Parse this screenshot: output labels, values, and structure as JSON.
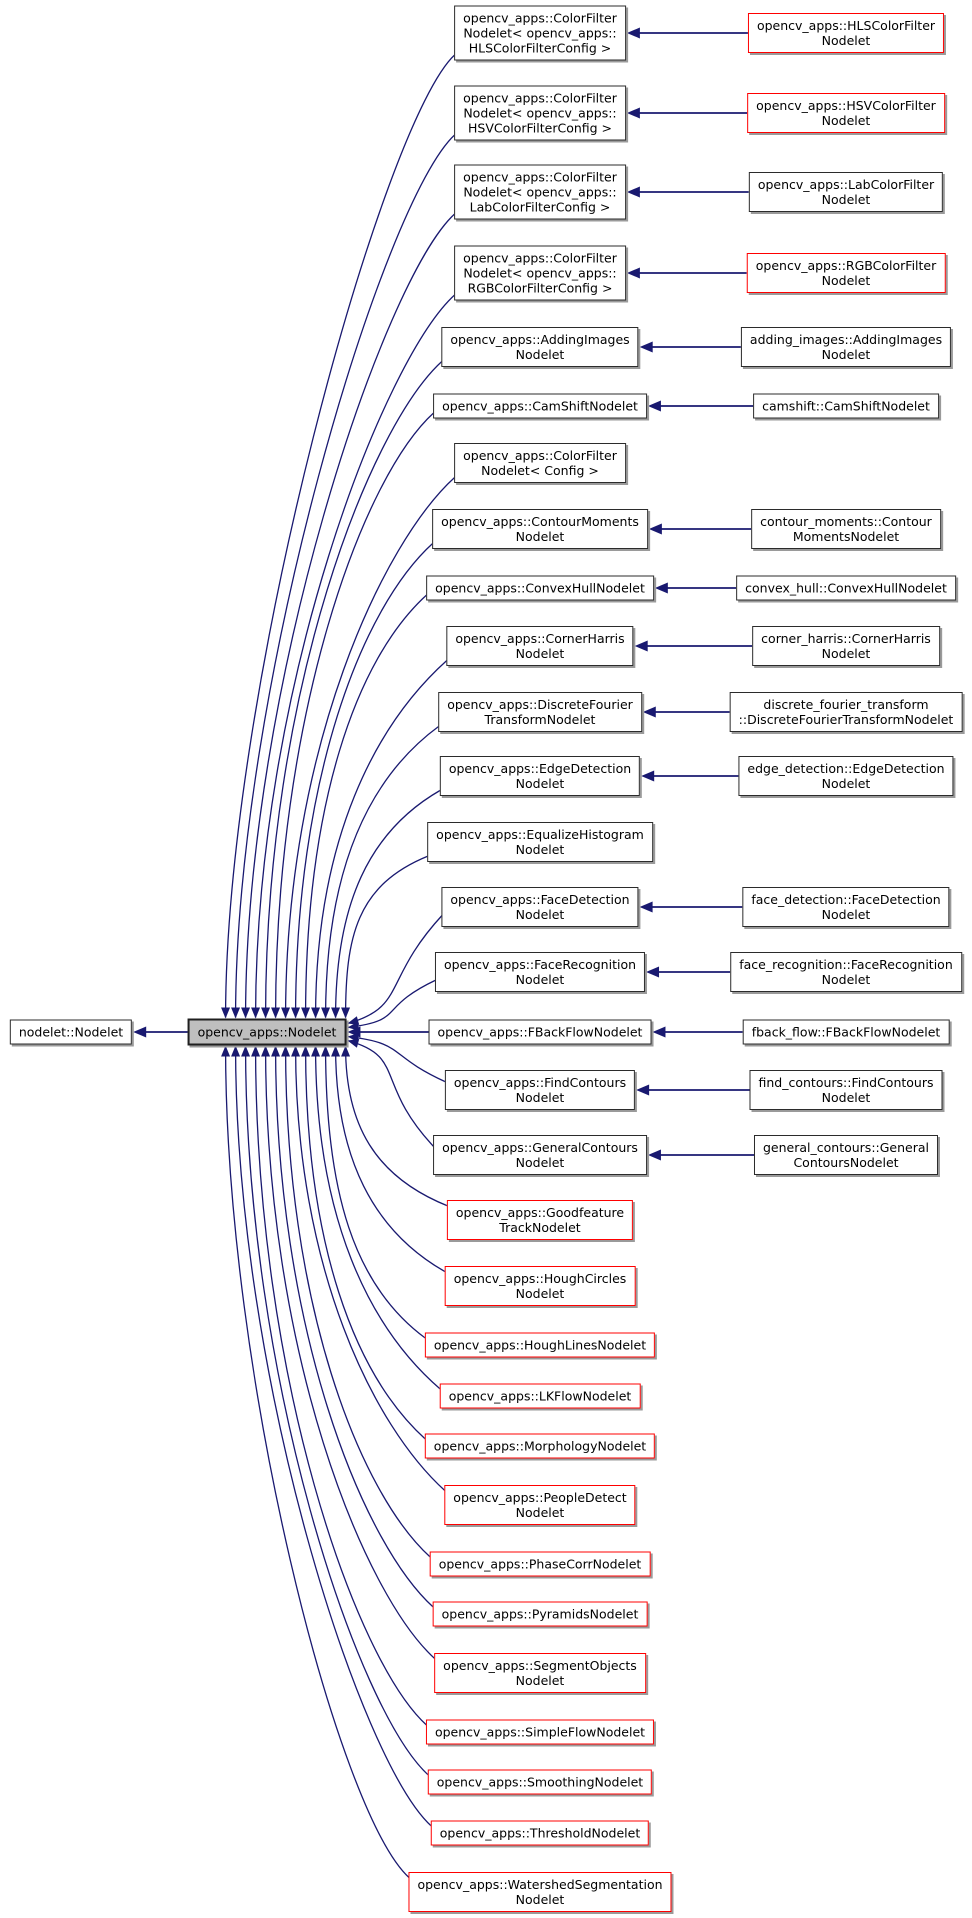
{
  "diagram": {
    "base_label": "nodelet::Nodelet",
    "center_label": "opencv_apps::Nodelet",
    "arrow_color": "#191970",
    "highlight_fill": "#bfbfbf",
    "red_border_color": "#ff0000",
    "black_border_color": "#2b2b2b",
    "rows": [
      {
        "mid": {
          "label": "opencv_apps::ColorFilter\nNodelet< opencv_apps::\nHLSColorFilterConfig >",
          "border": "black"
        },
        "child": {
          "label": "opencv_apps::HLSColorFilter\nNodelet",
          "border": "red"
        }
      },
      {
        "mid": {
          "label": "opencv_apps::ColorFilter\nNodelet< opencv_apps::\nHSVColorFilterConfig >",
          "border": "black"
        },
        "child": {
          "label": "opencv_apps::HSVColorFilter\nNodelet",
          "border": "red"
        }
      },
      {
        "mid": {
          "label": "opencv_apps::ColorFilter\nNodelet< opencv_apps::\nLabColorFilterConfig >",
          "border": "black"
        },
        "child": {
          "label": "opencv_apps::LabColorFilter\nNodelet",
          "border": "black"
        }
      },
      {
        "mid": {
          "label": "opencv_apps::ColorFilter\nNodelet< opencv_apps::\nRGBColorFilterConfig >",
          "border": "black"
        },
        "child": {
          "label": "opencv_apps::RGBColorFilter\nNodelet",
          "border": "red"
        }
      },
      {
        "mid": {
          "label": "opencv_apps::AddingImages\nNodelet",
          "border": "black"
        },
        "child": {
          "label": "adding_images::AddingImages\nNodelet",
          "border": "black"
        }
      },
      {
        "mid": {
          "label": "opencv_apps::CamShiftNodelet",
          "border": "black"
        },
        "child": {
          "label": "camshift::CamShiftNodelet",
          "border": "black"
        }
      },
      {
        "mid": {
          "label": "opencv_apps::ColorFilter\nNodelet< Config >",
          "border": "black"
        },
        "child": null
      },
      {
        "mid": {
          "label": "opencv_apps::ContourMoments\nNodelet",
          "border": "black"
        },
        "child": {
          "label": "contour_moments::Contour\nMomentsNodelet",
          "border": "black"
        }
      },
      {
        "mid": {
          "label": "opencv_apps::ConvexHullNodelet",
          "border": "black"
        },
        "child": {
          "label": "convex_hull::ConvexHullNodelet",
          "border": "black"
        }
      },
      {
        "mid": {
          "label": "opencv_apps::CornerHarris\nNodelet",
          "border": "black"
        },
        "child": {
          "label": "corner_harris::CornerHarris\nNodelet",
          "border": "black"
        }
      },
      {
        "mid": {
          "label": "opencv_apps::DiscreteFourier\nTransformNodelet",
          "border": "black"
        },
        "child": {
          "label": "discrete_fourier_transform\n::DiscreteFourierTransformNodelet",
          "border": "black"
        }
      },
      {
        "mid": {
          "label": "opencv_apps::EdgeDetection\nNodelet",
          "border": "black"
        },
        "child": {
          "label": "edge_detection::EdgeDetection\nNodelet",
          "border": "black"
        }
      },
      {
        "mid": {
          "label": "opencv_apps::EqualizeHistogram\nNodelet",
          "border": "black"
        },
        "child": null
      },
      {
        "mid": {
          "label": "opencv_apps::FaceDetection\nNodelet",
          "border": "black"
        },
        "child": {
          "label": "face_detection::FaceDetection\nNodelet",
          "border": "black"
        }
      },
      {
        "mid": {
          "label": "opencv_apps::FaceRecognition\nNodelet",
          "border": "black"
        },
        "child": {
          "label": "face_recognition::FaceRecognition\nNodelet",
          "border": "black"
        }
      },
      {
        "mid": {
          "label": "opencv_apps::FBackFlowNodelet",
          "border": "black"
        },
        "child": {
          "label": "fback_flow::FBackFlowNodelet",
          "border": "black"
        }
      },
      {
        "mid": {
          "label": "opencv_apps::FindContours\nNodelet",
          "border": "black"
        },
        "child": {
          "label": "find_contours::FindContours\nNodelet",
          "border": "black"
        }
      },
      {
        "mid": {
          "label": "opencv_apps::GeneralContours\nNodelet",
          "border": "black"
        },
        "child": {
          "label": "general_contours::General\nContoursNodelet",
          "border": "black"
        }
      },
      {
        "mid": {
          "label": "opencv_apps::Goodfeature\nTrackNodelet",
          "border": "red"
        },
        "child": null
      },
      {
        "mid": {
          "label": "opencv_apps::HoughCircles\nNodelet",
          "border": "red"
        },
        "child": null
      },
      {
        "mid": {
          "label": "opencv_apps::HoughLinesNodelet",
          "border": "red"
        },
        "child": null
      },
      {
        "mid": {
          "label": "opencv_apps::LKFlowNodelet",
          "border": "red"
        },
        "child": null
      },
      {
        "mid": {
          "label": "opencv_apps::MorphologyNodelet",
          "border": "red"
        },
        "child": null
      },
      {
        "mid": {
          "label": "opencv_apps::PeopleDetect\nNodelet",
          "border": "red"
        },
        "child": null
      },
      {
        "mid": {
          "label": "opencv_apps::PhaseCorrNodelet",
          "border": "red"
        },
        "child": null
      },
      {
        "mid": {
          "label": "opencv_apps::PyramidsNodelet",
          "border": "red"
        },
        "child": null
      },
      {
        "mid": {
          "label": "opencv_apps::SegmentObjects\nNodelet",
          "border": "red"
        },
        "child": null
      },
      {
        "mid": {
          "label": "opencv_apps::SimpleFlowNodelet",
          "border": "red"
        },
        "child": null
      },
      {
        "mid": {
          "label": "opencv_apps::SmoothingNodelet",
          "border": "red"
        },
        "child": null
      },
      {
        "mid": {
          "label": "opencv_apps::ThresholdNodelet",
          "border": "red"
        },
        "child": null
      },
      {
        "mid": {
          "label": "opencv_apps::WatershedSegmentation\nNodelet",
          "border": "red"
        },
        "child": null
      }
    ]
  }
}
